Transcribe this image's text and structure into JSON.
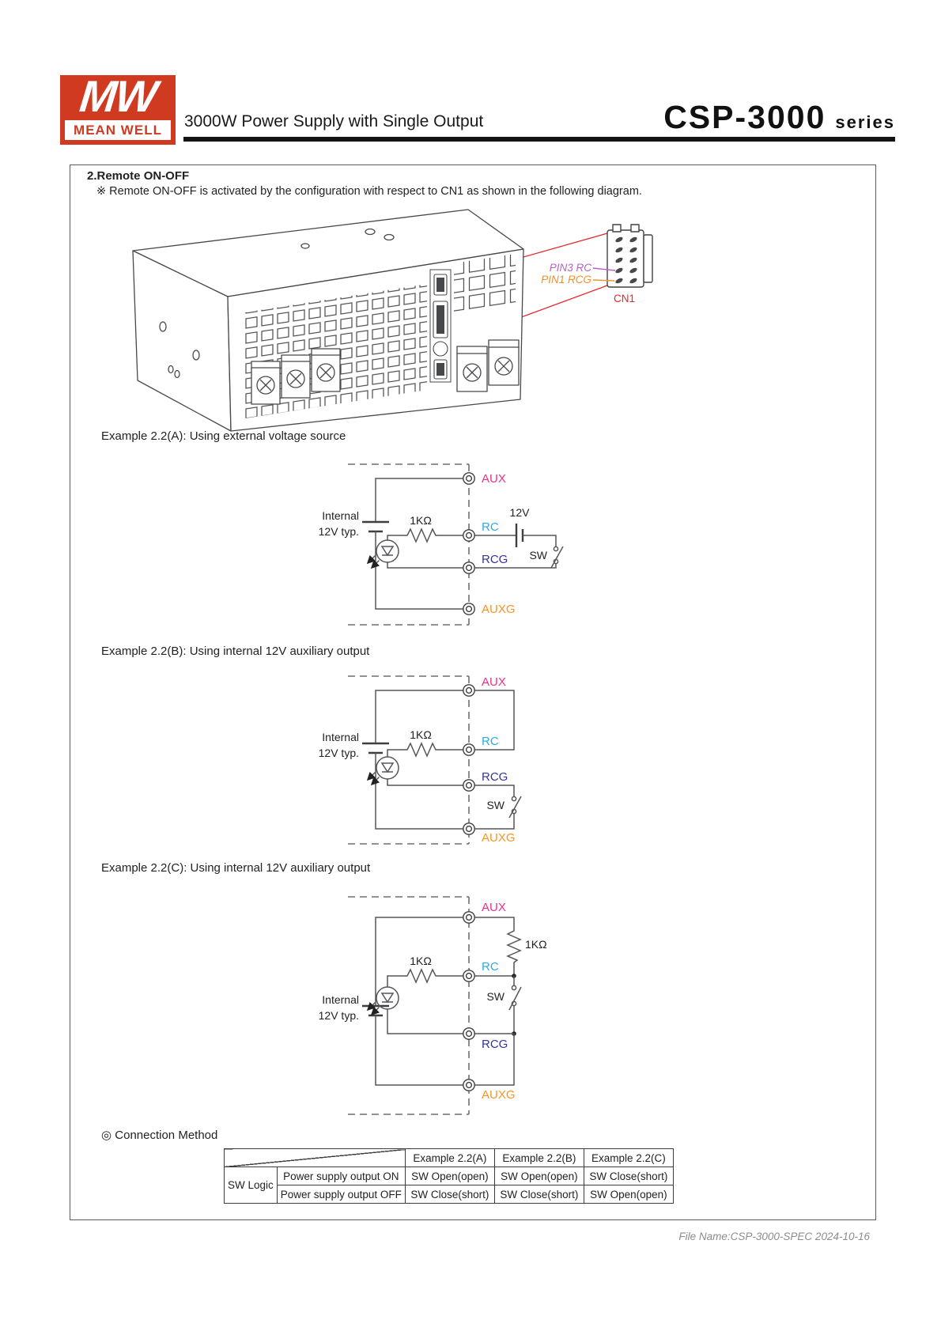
{
  "header": {
    "logo_mw": "MW",
    "logo_text": "MEAN WELL",
    "subtitle": "3000W Power Supply with Single Output",
    "series_name": "CSP-3000",
    "series_suffix": "series"
  },
  "section": {
    "title": "2.Remote ON-OFF",
    "note": "※ Remote ON-OFF is activated by the configuration with respect to CN1 as shown in the following diagram."
  },
  "device_figure": {
    "pin3_label": "PIN3 RC",
    "pin1_label": "PIN1 RCG",
    "connector_label": "CN1"
  },
  "examples": {
    "a": {
      "title": "Example 2.2(A): Using external voltage source"
    },
    "b": {
      "title": "Example 2.2(B): Using internal 12V auxiliary output"
    },
    "c": {
      "title": "Example 2.2(C): Using internal 12V auxiliary output"
    }
  },
  "circuit": {
    "aux": "AUX",
    "rc": "RC",
    "rcg": "RCG",
    "auxg": "AUXG",
    "internal_line1": "Internal",
    "internal_line2": "12V typ.",
    "resistor_1k": "1KΩ",
    "switch": "SW",
    "ext_source": "12V"
  },
  "connection_method": {
    "bullet": "◎",
    "label": "Connection Method"
  },
  "logic_table": {
    "row_group": "SW Logic",
    "col_headers": [
      "Example 2.2(A)",
      "Example 2.2(B)",
      "Example 2.2(C)"
    ],
    "rows": [
      {
        "label": "Power supply output ON",
        "values": [
          "SW Open(open)",
          "SW Open(open)",
          "SW Close(short)"
        ]
      },
      {
        "label": "Power supply output OFF",
        "values": [
          "SW Close(short)",
          "SW Close(short)",
          "SW Open(open)"
        ]
      }
    ]
  },
  "footer": {
    "file_info": "File Name:CSP-3000-SPEC  2024-10-16"
  },
  "colors": {
    "brand_red": "#cf3a20",
    "accent_red": "#e8272d",
    "aux_pink": "#e8308a",
    "rc_blue": "#2aace2",
    "rcg_navy": "#33339b",
    "auxg_orange": "#f7941d",
    "pin3_purple": "#b85fc2",
    "pin1_orange": "#f0922d"
  }
}
